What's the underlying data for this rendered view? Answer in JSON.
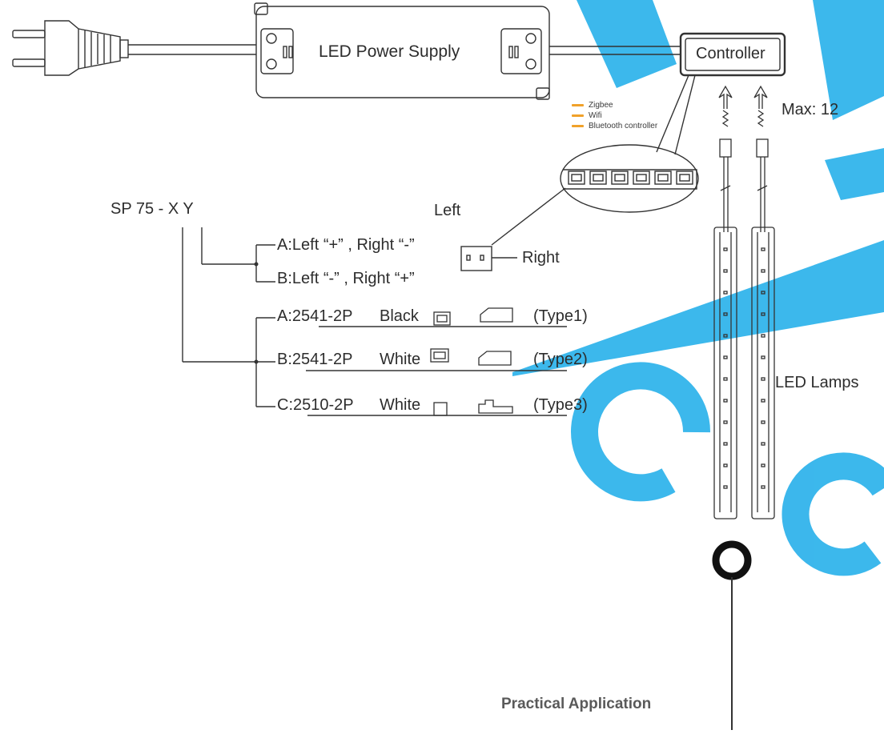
{
  "colors": {
    "accent_blue": "#27b0ea",
    "indicator_orange": "#f0a12a",
    "line": "#333333"
  },
  "power_supply": {
    "label": "LED Power Supply"
  },
  "controller": {
    "label": "Controller"
  },
  "protocols": [
    "Zigbee",
    "Wifi",
    "Bluetooth controller"
  ],
  "max_label": "Max: 12",
  "lamps_label": "LED Lamps",
  "application_label": "Practical Application",
  "model_code": "SP 75  -  X  Y",
  "polarity": {
    "left_label": "Left",
    "right_label": "Right",
    "options": [
      "A:Left  “+” , Right  “-”",
      "B:Left  “-” , Right  “+”"
    ]
  },
  "connectors": [
    {
      "code": "A:2541-2P",
      "color": "Black",
      "type": "(Type1)"
    },
    {
      "code": "B:2541-2P",
      "color": "White",
      "type": "(Type2)"
    },
    {
      "code": "C:2510-2P",
      "color": "White",
      "type": "(Type3)"
    }
  ]
}
